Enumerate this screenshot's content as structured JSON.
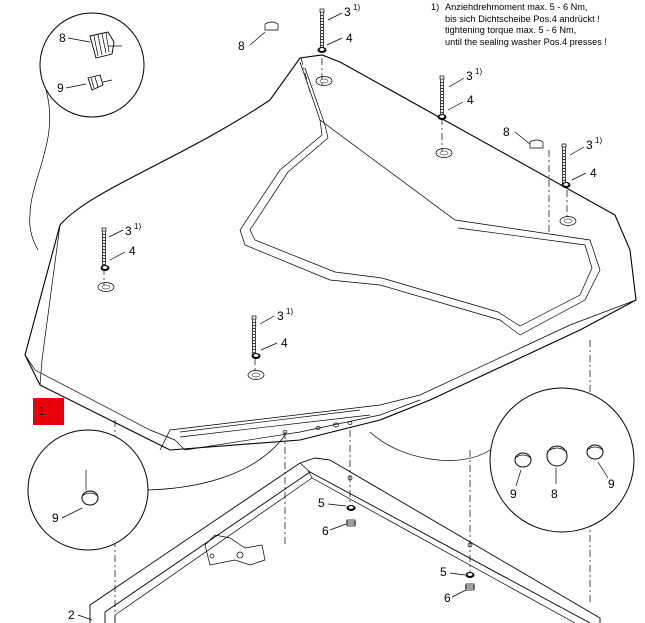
{
  "note": {
    "number": "1)",
    "lines": [
      "Anziehdrehmoment max. 5 - 6 Nm,",
      "bis sich Dichtscheibe Pos.4 andrückt !",
      "tightening torque max. 5 - 6 Nm,",
      "until the sealing washer Pos.4 presses !"
    ]
  },
  "callouts": {
    "c1": "1",
    "c2": "2",
    "c3": "3",
    "c4": "4",
    "c5": "5",
    "c6": "6",
    "c8": "8",
    "c9": "9",
    "footnote_mark": "1)"
  },
  "highlight_color": "#e8000b"
}
